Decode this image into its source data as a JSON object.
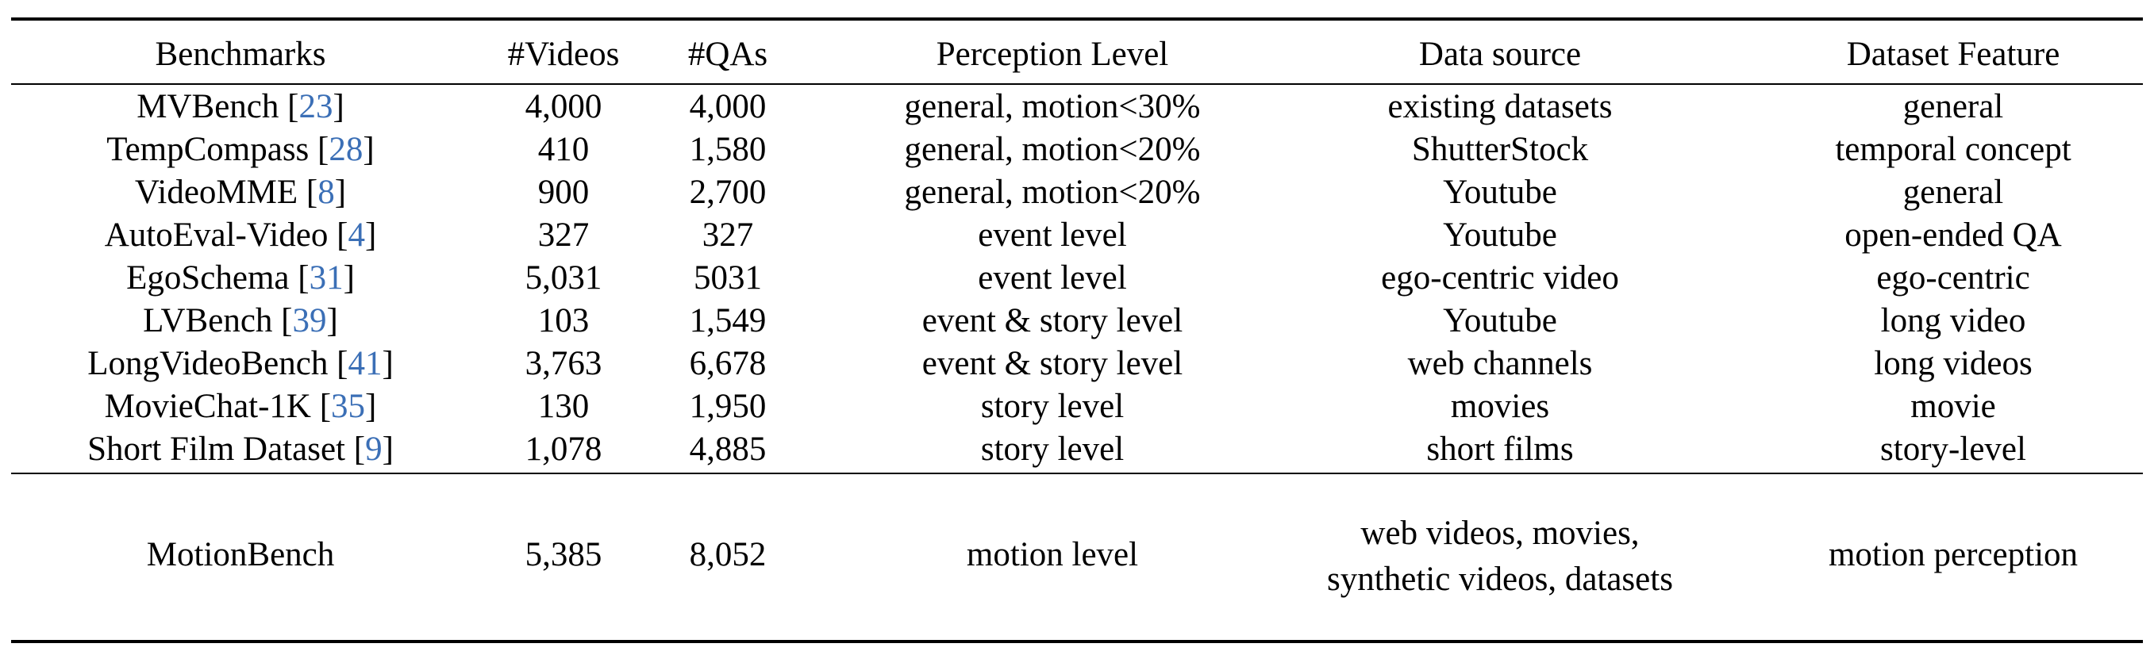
{
  "headers": [
    "Benchmarks",
    "#Videos",
    "#QAs",
    "Perception Level",
    "Data source",
    "Dataset Feature"
  ],
  "colors": {
    "citation": "#3b6fb6",
    "rule": "#000000"
  },
  "rows": [
    {
      "name": "MVBench",
      "ref": "23",
      "videos": "4,000",
      "qas": "4,000",
      "level": "general, motion<30%",
      "source": "existing datasets",
      "feature": "general"
    },
    {
      "name": "TempCompass",
      "ref": "28",
      "videos": "410",
      "qas": "1,580",
      "level": "general, motion<20%",
      "source": "ShutterStock",
      "feature": "temporal concept"
    },
    {
      "name": "VideoMME",
      "ref": "8",
      "videos": "900",
      "qas": "2,700",
      "level": "general, motion<20%",
      "source": "Youtube",
      "feature": "general"
    },
    {
      "name": "AutoEval-Video",
      "ref": "4",
      "videos": "327",
      "qas": "327",
      "level": "event level",
      "source": "Youtube",
      "feature": "open-ended QA"
    },
    {
      "name": "EgoSchema",
      "ref": "31",
      "videos": "5,031",
      "qas": "5031",
      "level": "event level",
      "source": "ego-centric video",
      "feature": "ego-centric"
    },
    {
      "name": "LVBench",
      "ref": "39",
      "videos": "103",
      "qas": "1,549",
      "level": "event & story level",
      "source": "Youtube",
      "feature": "long video"
    },
    {
      "name": "LongVideoBench",
      "ref": "41",
      "videos": "3,763",
      "qas": "6,678",
      "level": "event & story level",
      "source": "web channels",
      "feature": "long videos"
    },
    {
      "name": "MovieChat-1K",
      "ref": "35",
      "videos": "130",
      "qas": "1,950",
      "level": "story level",
      "source": "movies",
      "feature": "movie"
    },
    {
      "name": "Short Film Dataset",
      "ref": "9",
      "videos": "1,078",
      "qas": "4,885",
      "level": "story level",
      "source": "short films",
      "feature": "story-level"
    }
  ],
  "ours": {
    "name": "MotionBench",
    "videos": "5,385",
    "qas": "8,052",
    "level": "motion level",
    "source_line1": "web videos, movies,",
    "source_line2": "synthetic videos, datasets",
    "feature": "motion perception"
  }
}
